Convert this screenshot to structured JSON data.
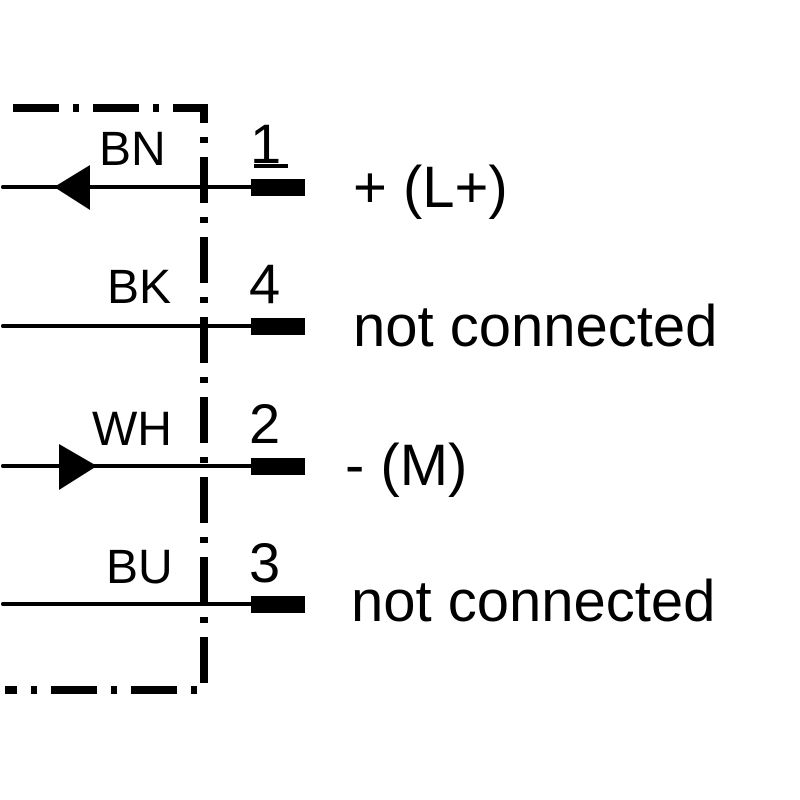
{
  "diagram": {
    "type": "connector-pinout",
    "line_color": "#000000",
    "background": "#ffffff",
    "wires": [
      {
        "color_code": "BN",
        "pin": "1",
        "pin_underlined": true,
        "signal": "+ (L+)",
        "arrow": "left"
      },
      {
        "color_code": "BK",
        "pin": "4",
        "pin_underlined": false,
        "signal": "not connected",
        "arrow": "none"
      },
      {
        "color_code": "WH",
        "pin": "2",
        "pin_underlined": false,
        "signal": "- (M)",
        "arrow": "right"
      },
      {
        "color_code": "BU",
        "pin": "3",
        "pin_underlined": false,
        "signal": "not connected",
        "arrow": "none"
      }
    ]
  }
}
